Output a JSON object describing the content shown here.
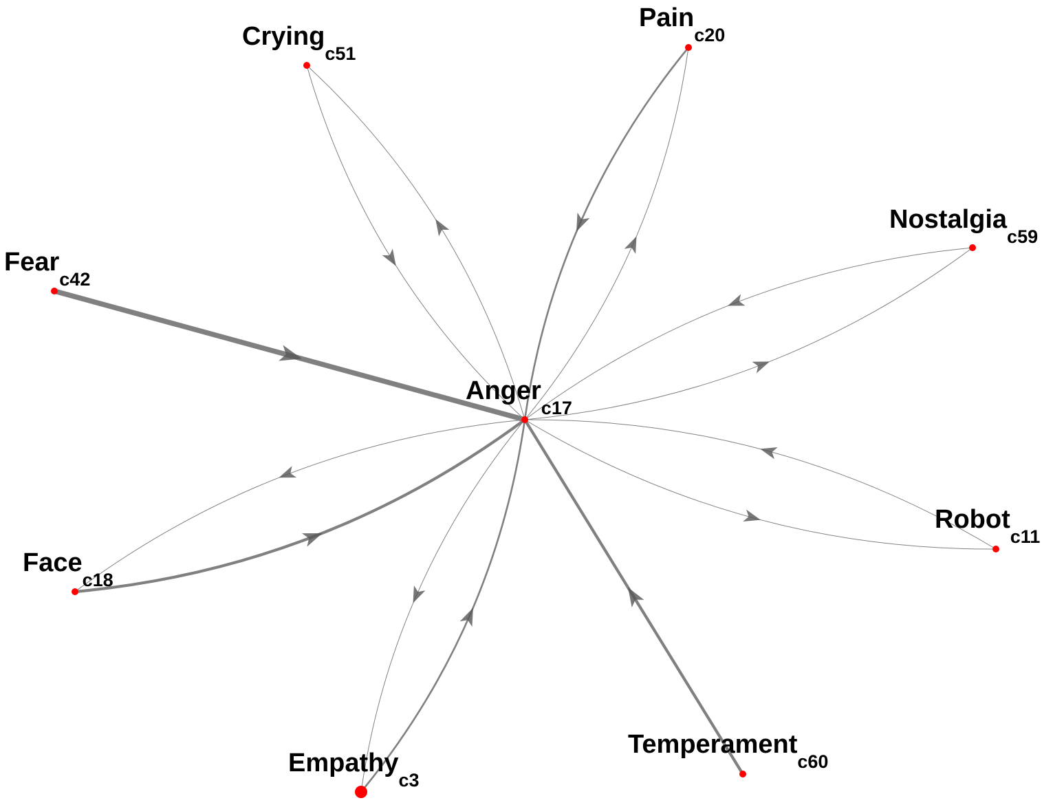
{
  "nodes": [
    {
      "id": "anger",
      "name": "Anger",
      "code": "c17"
    },
    {
      "id": "crying",
      "name": "Crying",
      "code": "c51"
    },
    {
      "id": "pain",
      "name": "Pain",
      "code": "c20"
    },
    {
      "id": "nostalgia",
      "name": "Nostalgia",
      "code": "c59"
    },
    {
      "id": "fear",
      "name": "Fear",
      "code": "c42"
    },
    {
      "id": "robot",
      "name": "Robot",
      "code": "c11"
    },
    {
      "id": "face",
      "name": "Face",
      "code": "c18"
    },
    {
      "id": "empathy",
      "name": "Empathy",
      "code": "c3"
    },
    {
      "id": "temperament",
      "name": "Temperament",
      "code": "c60"
    }
  ],
  "edges": [
    {
      "source": "crying",
      "target": "anger",
      "weight": 1
    },
    {
      "source": "anger",
      "target": "crying",
      "weight": 1
    },
    {
      "source": "pain",
      "target": "anger",
      "weight": 2
    },
    {
      "source": "anger",
      "target": "pain",
      "weight": 1
    },
    {
      "source": "nostalgia",
      "target": "anger",
      "weight": 1
    },
    {
      "source": "anger",
      "target": "nostalgia",
      "weight": 1
    },
    {
      "source": "fear",
      "target": "anger",
      "weight": 5
    },
    {
      "source": "robot",
      "target": "anger",
      "weight": 1
    },
    {
      "source": "anger",
      "target": "robot",
      "weight": 1
    },
    {
      "source": "anger",
      "target": "face",
      "weight": 1
    },
    {
      "source": "face",
      "target": "anger",
      "weight": 3
    },
    {
      "source": "anger",
      "target": "empathy",
      "weight": 1
    },
    {
      "source": "empathy",
      "target": "anger",
      "weight": 2
    },
    {
      "source": "temperament",
      "target": "anger",
      "weight": 3
    }
  ],
  "colors": {
    "node": "#ff0000",
    "edge": "#808080",
    "arrow": "#555555",
    "label": "#000000"
  }
}
